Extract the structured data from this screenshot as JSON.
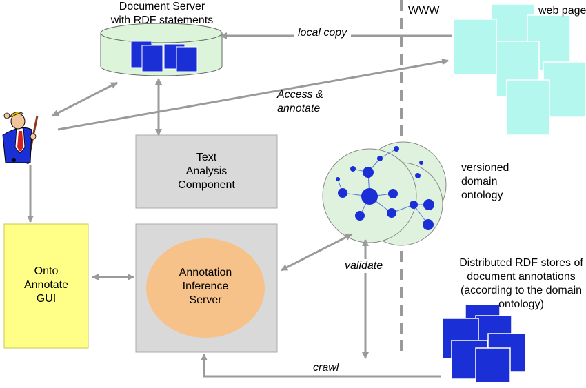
{
  "colors": {
    "arrow": "#9a9a9a",
    "gray_box": "#d9d9d9",
    "yellow_box": "#ffff88",
    "orange_ellipse": "#f7c28a",
    "doc_blue": "#1a2fd6",
    "page_cyan": "#b4f7ef",
    "db_green": "#dcf5da",
    "ontology_green": "#dff2dd",
    "node_blue": "#1a2fd6"
  },
  "nodes": {
    "document_server": "Document Server\nwith RDF statements",
    "www": "WWW",
    "web_pages": "web pages",
    "text_analysis": "Text\nAnalysis\nComponent",
    "onto_annotate": "Onto\nAnnotate\nGUI",
    "annotation_server": "Annotation\nInference\nServer",
    "versioned_ontology": "versioned\ndomain\nontology",
    "distributed_rdf": "Distributed RDF stores of\ndocument annotations\n(according to the domain\nontology)"
  },
  "edges": {
    "local_copy": "local copy",
    "access_annotate": "Access &\nannotate",
    "validate": "validate",
    "crawl": "crawl"
  },
  "icons": {
    "user": "user-with-stick-icon",
    "database": "database-cylinder-icon",
    "documents": "document-stack-icon",
    "ontology": "ontology-graph-icon"
  }
}
